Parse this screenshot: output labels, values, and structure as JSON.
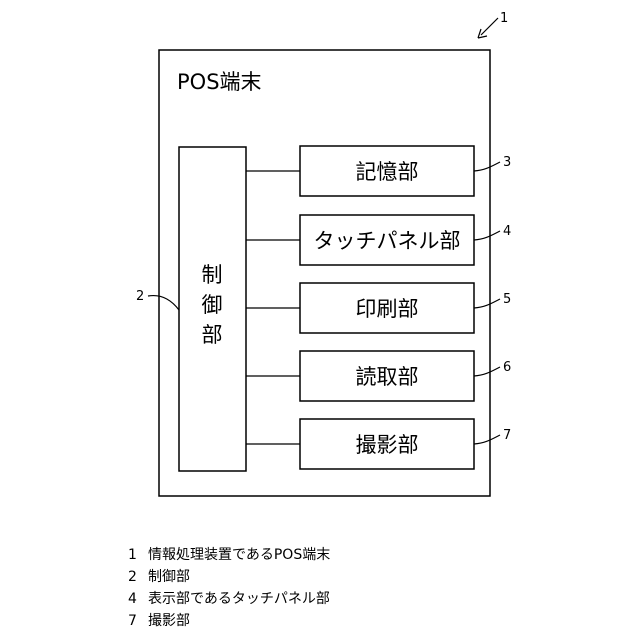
{
  "figure": {
    "ref_number": "1",
    "outer_title": "POS端末",
    "controller": {
      "ref": "2",
      "chars": [
        "制",
        "御",
        "部"
      ]
    },
    "units": [
      {
        "ref": "3",
        "label": "記憶部"
      },
      {
        "ref": "4",
        "label": "タッチパネル部"
      },
      {
        "ref": "5",
        "label": "印刷部"
      },
      {
        "ref": "6",
        "label": "読取部"
      },
      {
        "ref": "7",
        "label": "撮影部"
      }
    ]
  },
  "legend": [
    {
      "num": "1",
      "text": "情報処理装置であるPOS端末"
    },
    {
      "num": "2",
      "text": "制御部"
    },
    {
      "num": "4",
      "text": "表示部であるタッチパネル部"
    },
    {
      "num": "7",
      "text": "撮影部"
    }
  ]
}
